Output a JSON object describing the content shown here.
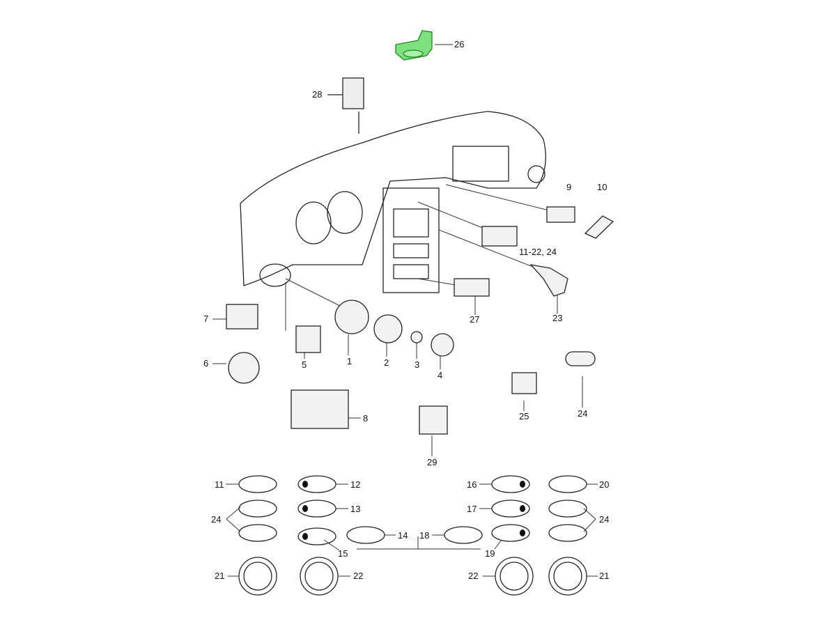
{
  "diagram": {
    "highlight_color": "#7ee07e",
    "labels": {
      "p26": "26",
      "p28": "28",
      "p9": "9",
      "p10": "10",
      "p11_22_24": "11-22, 24",
      "p7": "7",
      "p6": "6",
      "p5": "5",
      "p1": "1",
      "p2": "2",
      "p3": "3",
      "p4": "4",
      "p27": "27",
      "p23": "23",
      "p8": "8",
      "p29": "29",
      "p25": "25",
      "p24a": "24",
      "p11": "11",
      "p12": "12",
      "p13": "13",
      "p14": "14",
      "p15": "15",
      "p24b": "24",
      "p16": "16",
      "p17": "17",
      "p18": "18",
      "p19": "19",
      "p20": "20",
      "p24c": "24",
      "p21a": "21",
      "p22a": "22",
      "p22b": "22",
      "p21b": "21"
    }
  }
}
